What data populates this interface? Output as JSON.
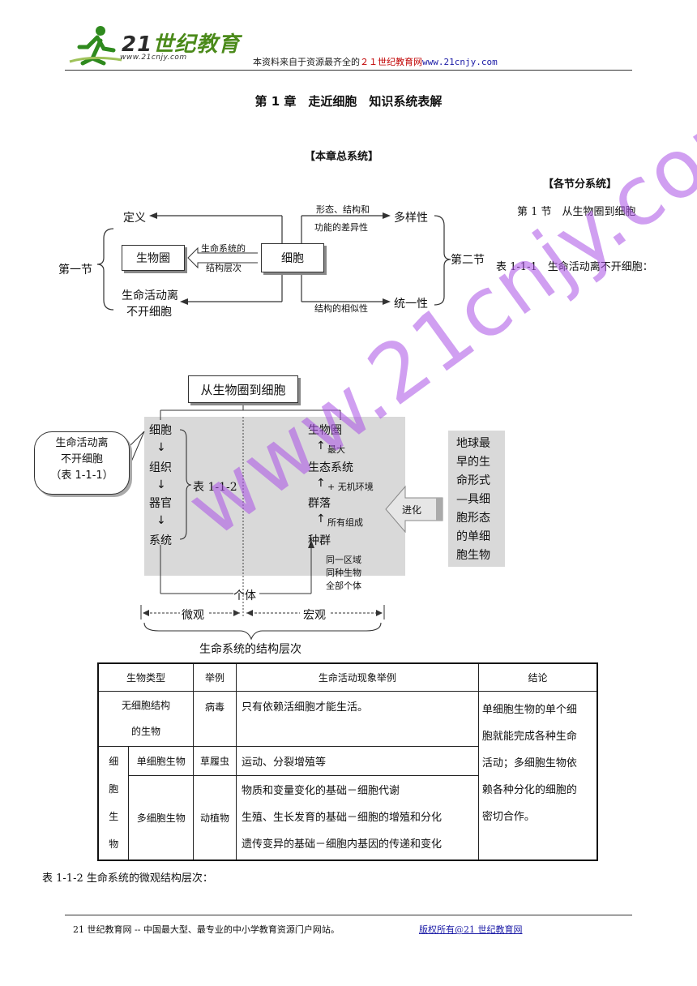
{
  "header": {
    "logo_text_a": "21",
    "logo_text_b": "世纪教育",
    "logo_url": "www.21cnjy.com",
    "source_prefix": "本资料来自于资源最齐全的",
    "source_red": "２１世纪教育网",
    "source_url": "www.21cnjy.com"
  },
  "title": "第 1 章　走近细胞　知识系统表解",
  "section_total": "【本章总系统】",
  "section_parts": "【各节分系统】",
  "section1_title": "第 1 节　从生物圈到细胞",
  "table_caption_1": "表 1-1-1　生命活动离不开细胞：",
  "diagram1": {
    "first_section": "第一节",
    "second_section": "第二节",
    "definition": "定义",
    "biosphere": "生物圈",
    "cell": "细胞",
    "life_activity": "生命活动离",
    "life_activity_2": "不开细胞",
    "structure_levels": "生命系统的",
    "structure_levels_2": "结构层次",
    "diff_a": "形态、结构和",
    "diff_b": "功能的差异性",
    "diversity": "多样性",
    "similarity": "结构的相似性",
    "unity": "统一性"
  },
  "diagram2": {
    "top": "从生物圈到细胞",
    "bubble_1": "生命活动离",
    "bubble_2": "不开细胞",
    "bubble_3": "（表 1-1-1）",
    "left_levels": [
      "细胞",
      "组织",
      "器官",
      "系统"
    ],
    "arrow_down": "↓",
    "arrow_up": "↑",
    "table_ref": "表 1-1-2",
    "right_levels": [
      "生物圈",
      "生态系统",
      "群落",
      "种群"
    ],
    "label_largest": "最大",
    "label_abiotic": "+ 无机环境",
    "label_all": "所有组成",
    "label_same_1": "同一区域",
    "label_same_2": "同种生物",
    "label_same_3": "全部个体",
    "individual": "个体",
    "micro": "微观",
    "macro": "宏观",
    "bottom": "生命系统的结构层次",
    "evolution": "进化",
    "earliest": [
      "地球最",
      "早的生",
      "命形式",
      "—具细",
      "胞形态",
      "的单细",
      "胞生物"
    ]
  },
  "table": {
    "headers": [
      "生物类型",
      "举例",
      "生命活动现象举例",
      "结论"
    ],
    "row1_type_a": "无细胞结构",
    "row1_type_b": "的生物",
    "row1_example": "病毒",
    "row1_phenom": "只有依赖活细胞才能生活。",
    "conclusion": [
      "单细胞生物的单个细",
      "胞就能完成各种生命",
      "活动；多细胞生物依",
      "赖各种分化的细胞的",
      "密切合作。"
    ],
    "cell_org": [
      "细",
      "胞",
      "生",
      "物"
    ],
    "row2_type": "单细胞生物",
    "row2_example": "草履虫",
    "row2_phenom": "运动、分裂增殖等",
    "row3_type": "多细胞生物",
    "row3_example": "动植物",
    "row3_phenom": [
      "物质和变量变化的基础－细胞代谢",
      "生殖、生长发育的基础－细胞的增殖和分化",
      "遗传变异的基础－细胞内基因的传递和变化"
    ]
  },
  "table_caption_2": "表 1-1-2 生命系统的微观结构层次：",
  "footer": {
    "left": "21 世纪教育网 -- 中国最大型、最专业的中小学教育资源门户网站。",
    "right": "版权所有@21 世纪教育网"
  },
  "watermark": "www.21cnjy.com"
}
